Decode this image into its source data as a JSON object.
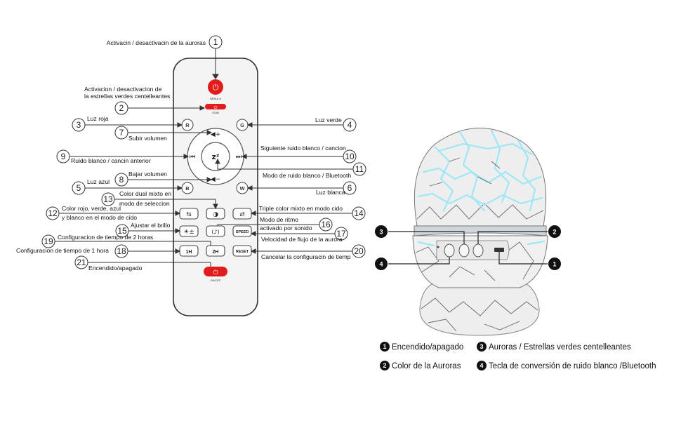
{
  "remote": {
    "nebula_caption": "NEBULA",
    "star_caption": "STAR",
    "onoff_caption": "ON/OFF",
    "keys": {
      "r": "R",
      "g": "G",
      "b": "B",
      "w": "W",
      "vol_up": "◀+",
      "vol_down": "◀−",
      "prev": "⏮",
      "next": "⏭",
      "center": "zᶻ",
      "btn_1h": "1H",
      "btn_2h": "2H",
      "speed": "SPEED",
      "reset": "RESET"
    }
  },
  "callouts": [
    {
      "n": "1",
      "text": "Activacin / desactivacin de la auroras"
    },
    {
      "n": "2",
      "text": "Activacion / desactivacion de\nla estrellas verdes centelleantes"
    },
    {
      "n": "3",
      "text": "Luz roja"
    },
    {
      "n": "4",
      "text": "Luz verde"
    },
    {
      "n": "5",
      "text": "Luz azul"
    },
    {
      "n": "6",
      "text": "Luz blanca"
    },
    {
      "n": "7",
      "text": "Subir volumen"
    },
    {
      "n": "8",
      "text": "Bajar volumen"
    },
    {
      "n": "9",
      "text": "Ruido blanco / cancin anterior"
    },
    {
      "n": "10",
      "text": "Siguiente ruido blanco / cancion"
    },
    {
      "n": "11",
      "text": "Modo de ruido blanco / Bluetooth"
    },
    {
      "n": "12",
      "text": "Color rojo, verde, azul\ny blanco en el modo de cido"
    },
    {
      "n": "13",
      "text": "Color dual mixto en\nmodo de seleccion"
    },
    {
      "n": "14",
      "text": "Triple color mixto en modo cido"
    },
    {
      "n": "15",
      "text": "Ajustar el brillo"
    },
    {
      "n": "16",
      "text": "Modo de ritmo\nactivado por sonido"
    },
    {
      "n": "17",
      "text": "Velocidad de flujo de la aurora"
    },
    {
      "n": "18",
      "text": "Configuracion de tiempo de 1 hora"
    },
    {
      "n": "19",
      "text": "Configuracion de tiempo de 2 horas"
    },
    {
      "n": "20",
      "text": "Cancelar la configuracin de tiemp"
    },
    {
      "n": "21",
      "text": "Encendido/apagado"
    }
  ],
  "device_markers": [
    "3",
    "2",
    "4",
    "1"
  ],
  "legend": [
    {
      "n": "1",
      "text": "Encendido/apagado"
    },
    {
      "n": "3",
      "text": "Auroras / Estrellas verdes centelleantes"
    },
    {
      "n": "2",
      "text": "Color de la Auroras"
    },
    {
      "n": "4",
      "text": "Tecla de conversión de ruido blanco /Bluetooth"
    }
  ],
  "colors": {
    "power_red": "#e21b1b",
    "remote_body": "#f2f2f2",
    "crack_blue": "#9fe7f7",
    "marker_fill": "#111111"
  }
}
